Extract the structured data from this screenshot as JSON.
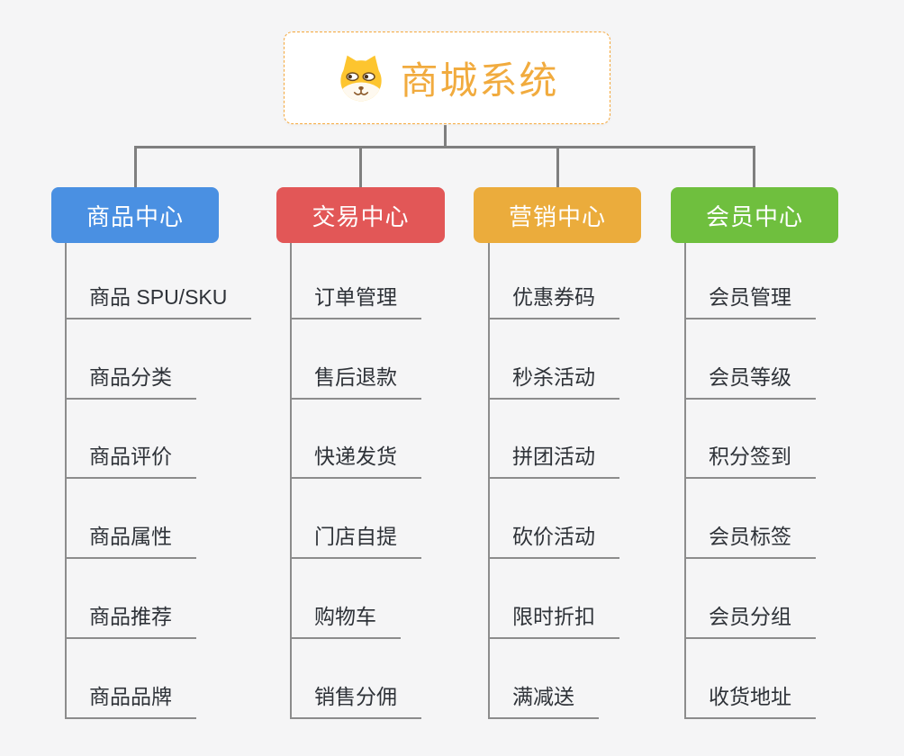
{
  "page": {
    "background_color": "#F5F5F6",
    "connector_color": "#7F7F7F",
    "underline_color": "#8C8C8C"
  },
  "root": {
    "title": "商城系统",
    "icon": "shiba-dog-icon",
    "border_color": "#F5A83C",
    "title_color": "#F1AB3E"
  },
  "branches": [
    {
      "label": "商品中心",
      "color": "#4A90E2",
      "items": [
        "商品 SPU/SKU",
        "商品分类",
        "商品评价",
        "商品属性",
        "商品推荐",
        "商品品牌"
      ]
    },
    {
      "label": "交易中心",
      "color": "#E25757",
      "items": [
        "订单管理",
        "售后退款",
        "快递发货",
        "门店自提",
        "购物车",
        "销售分佣"
      ]
    },
    {
      "label": "营销中心",
      "color": "#EBAC3C",
      "items": [
        "优惠券码",
        "秒杀活动",
        "拼团活动",
        "砍价活动",
        "限时折扣",
        "满减送"
      ]
    },
    {
      "label": "会员中心",
      "color": "#6FBF3E",
      "items": [
        "会员管理",
        "会员等级",
        "积分签到",
        "会员标签",
        "会员分组",
        "收货地址"
      ]
    }
  ]
}
